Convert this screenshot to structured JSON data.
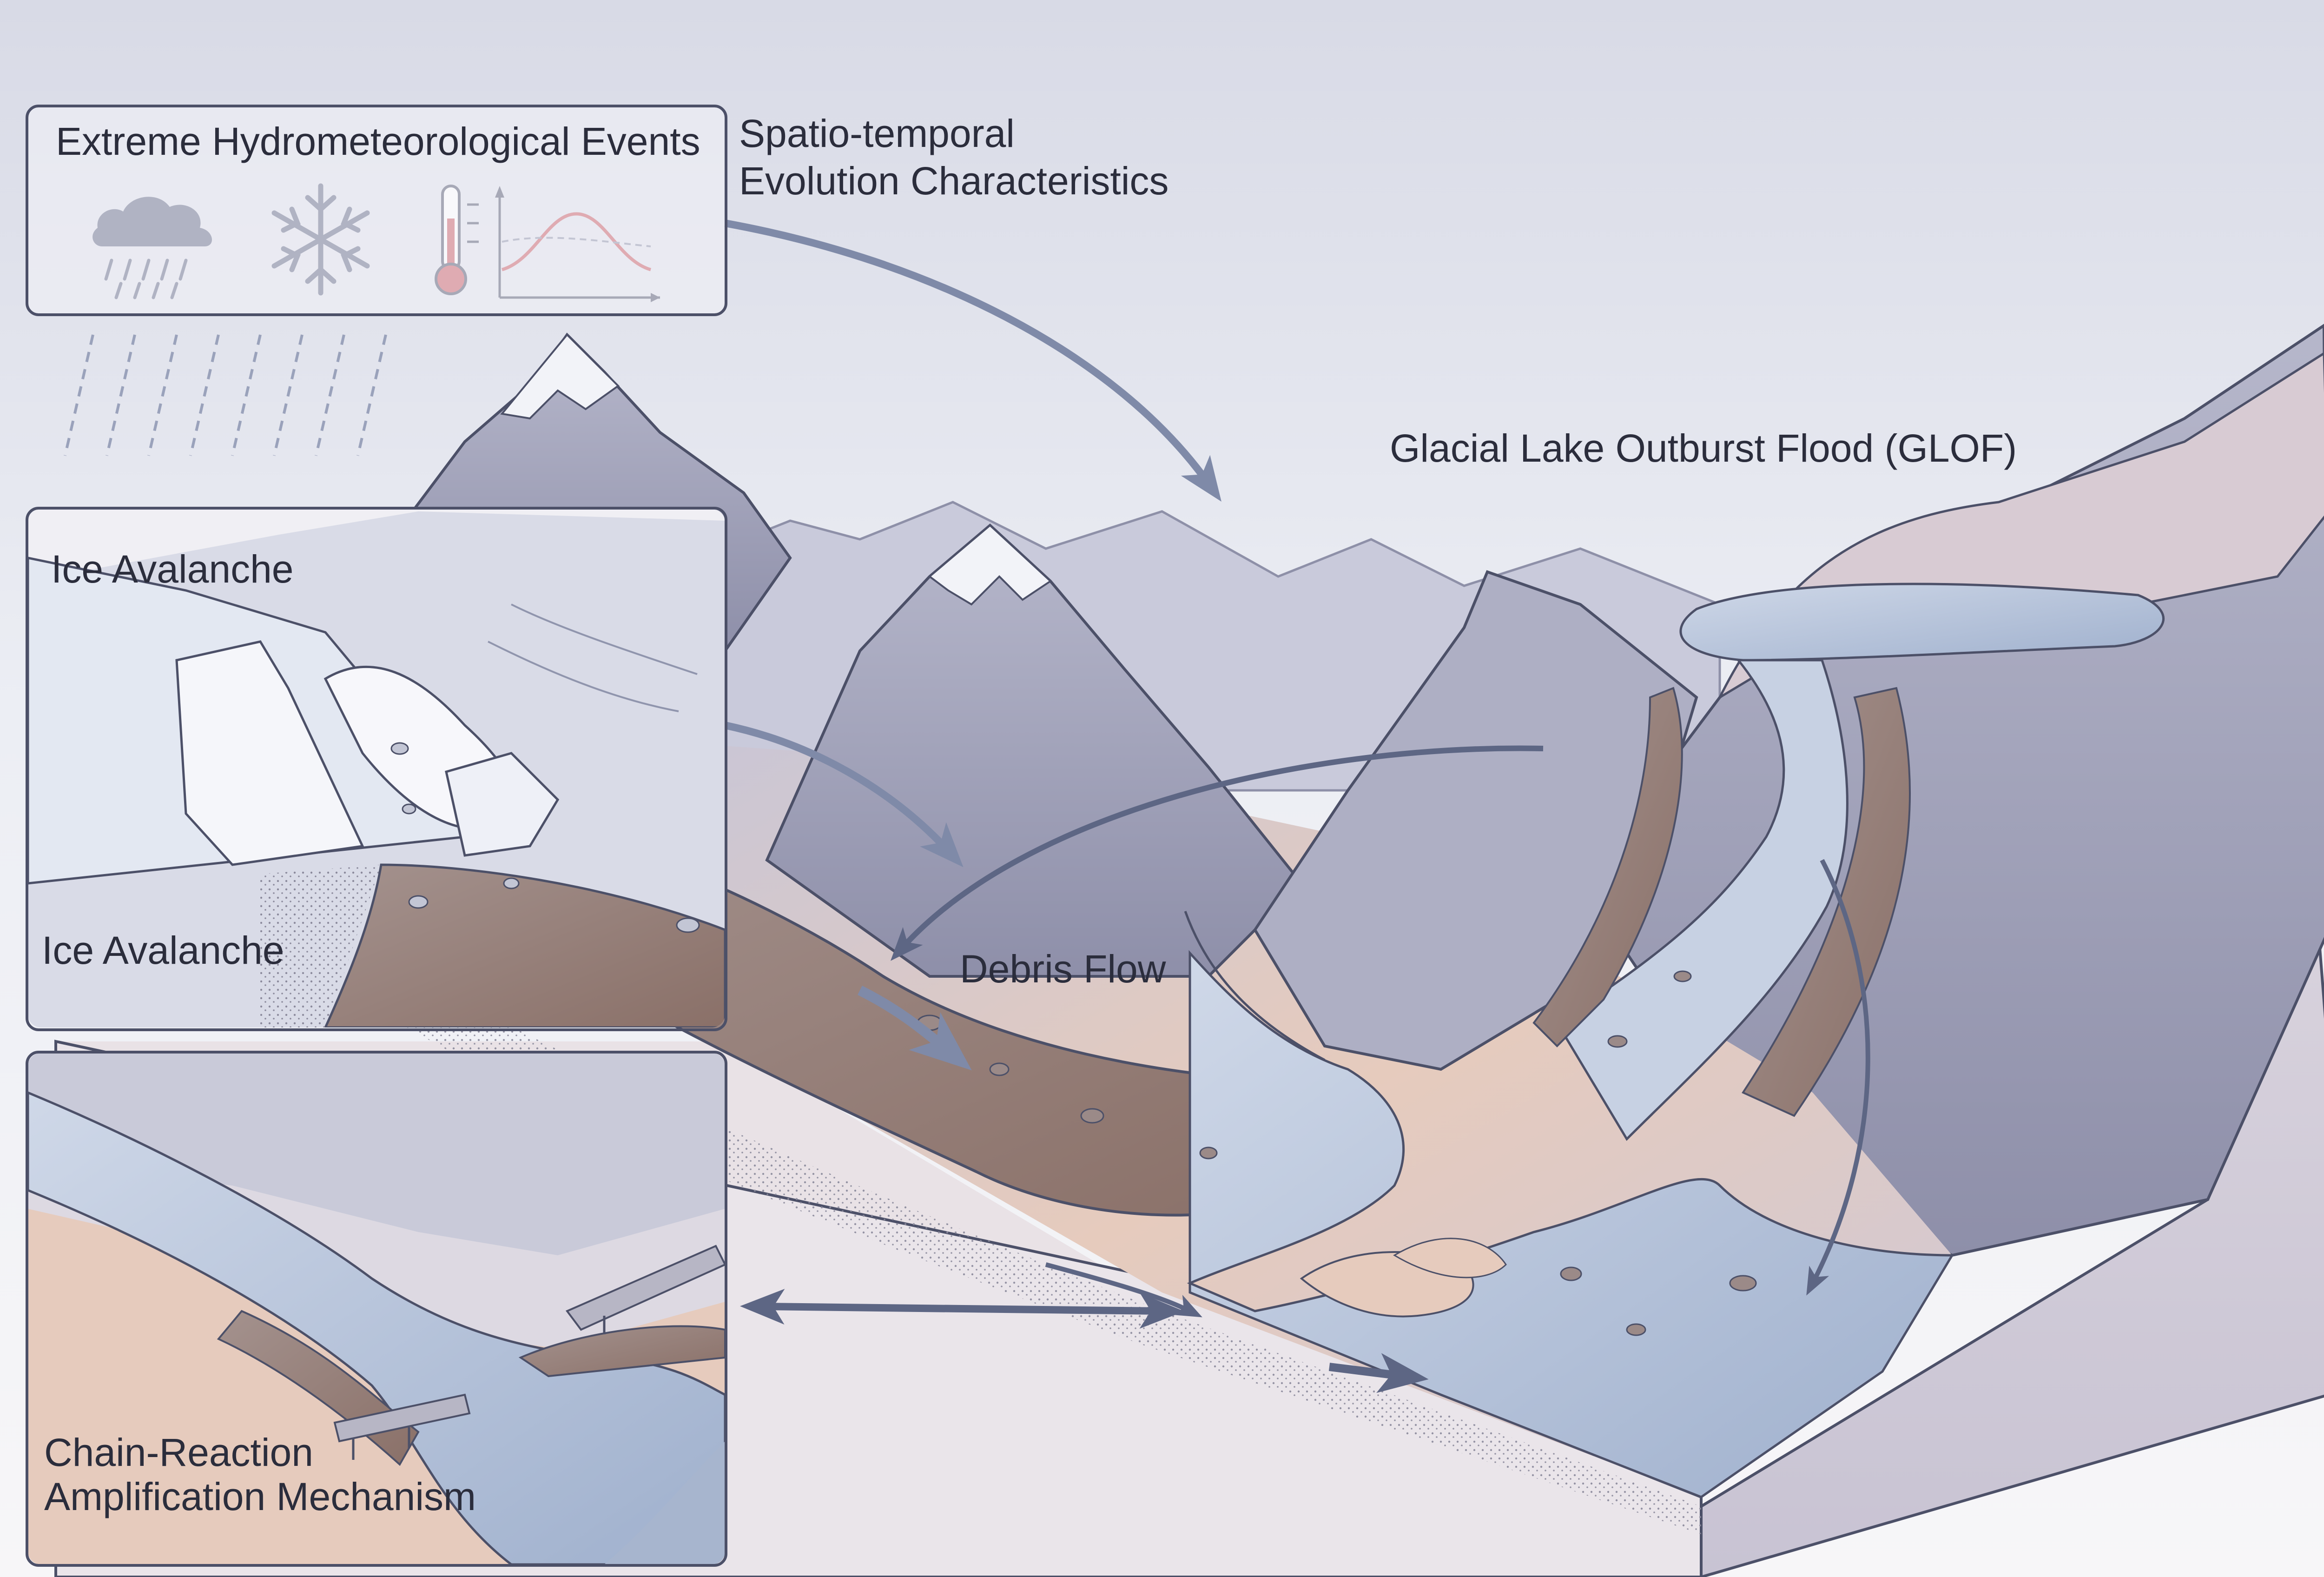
{
  "colors": {
    "sky_top": "#d9dbe7",
    "sky_bottom": "#f4f4f8",
    "rock": "#9a9bb3",
    "rock_dark": "#6e7089",
    "snow": "#f2f3f8",
    "debris": "#a1857a",
    "debris_dark": "#7d6358",
    "water": "#b9c6dc",
    "water_dark": "#8ea0c0",
    "earth_warm": "#e8cdbd",
    "outline": "#3f4258",
    "arrow": "#7f8aa8",
    "thermo_red": "#c8555e"
  },
  "labels": {
    "events_title": "Extreme Hydrometeorological Events",
    "spatio_line1": "Spatio-temporal",
    "spatio_line2": "Evolution Characteristics",
    "glof": "Glacial Lake Outburst Flood (GLOF)",
    "ice_avalanche_top": "Ice Avalanche",
    "ice_avalanche_bottom": "Ice Avalanche",
    "debris_flow": "Debris Flow",
    "chain_line1": "Chain-Reaction",
    "chain_line2": "Amplification Mechanism"
  },
  "icons": [
    "rain-cloud-icon",
    "snowflake-icon",
    "thermometer-icon",
    "temperature-curve-icon"
  ]
}
